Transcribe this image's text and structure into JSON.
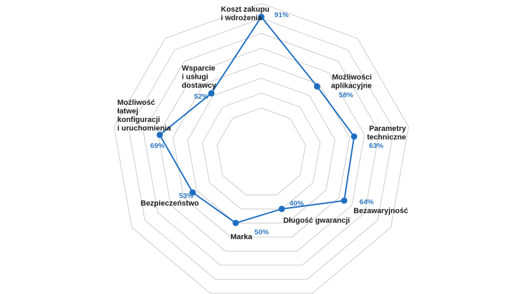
{
  "chart_data": {
    "type": "radar",
    "categories": [
      [
        "Koszt zakupu",
        "i wdrożenia"
      ],
      [
        "Możliwości",
        "aplikacyjne"
      ],
      [
        "Parametry",
        "techniczne"
      ],
      [
        "Bezawaryjność"
      ],
      [
        "Długość gwarancji"
      ],
      [
        "Marka"
      ],
      [
        "Bezpieczeństwo"
      ],
      [
        "Możliwość",
        "łatwej",
        "konfiguracji",
        "i uruchomienia"
      ],
      [
        "Wsparcie",
        "i usługi",
        "dostawcy"
      ]
    ],
    "values": [
      91,
      58,
      63,
      64,
      40,
      50,
      53,
      69,
      52
    ],
    "value_labels": [
      "91%",
      "58%",
      "63%",
      "64%",
      "40%",
      "50%",
      "53%",
      "69%",
      "52%"
    ],
    "unit": "%",
    "range": [
      0,
      100
    ],
    "grid_levels": [
      30,
      40,
      50,
      60,
      70,
      80,
      90,
      100
    ],
    "colors": {
      "series": "#1e6fbf",
      "label": "#2f78c0",
      "grid": "#c6c6c6",
      "text": "#1a1a1a"
    }
  }
}
